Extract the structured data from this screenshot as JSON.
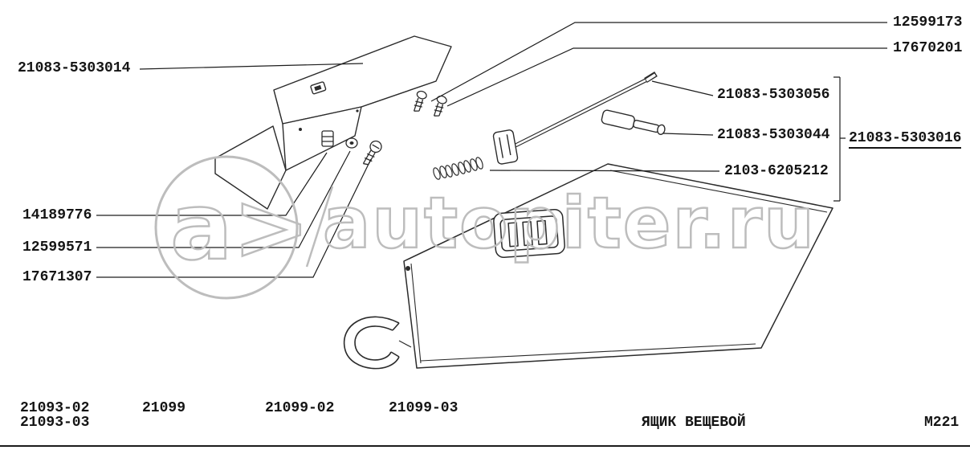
{
  "watermark": {
    "logo_text": "a>",
    "site_text": "autopiter.ru"
  },
  "labels": {
    "left": [
      {
        "text": "21083-5303014"
      },
      {
        "text": "14189776"
      },
      {
        "text": "12599571"
      },
      {
        "text": "17671307"
      }
    ],
    "right": [
      {
        "text": "12599173"
      },
      {
        "text": "17670201"
      },
      {
        "text": "21083-5303056"
      },
      {
        "text": "21083-5303044"
      },
      {
        "text": "21083-5303016"
      },
      {
        "text": "2103-6205212"
      }
    ]
  },
  "footer": {
    "models": [
      "21093-02",
      "21093-03",
      "21099",
      "21099-02",
      "21099-03"
    ],
    "title": "ЯЩИК ВЕЩЕВОЙ",
    "sheet_code": "M221"
  }
}
